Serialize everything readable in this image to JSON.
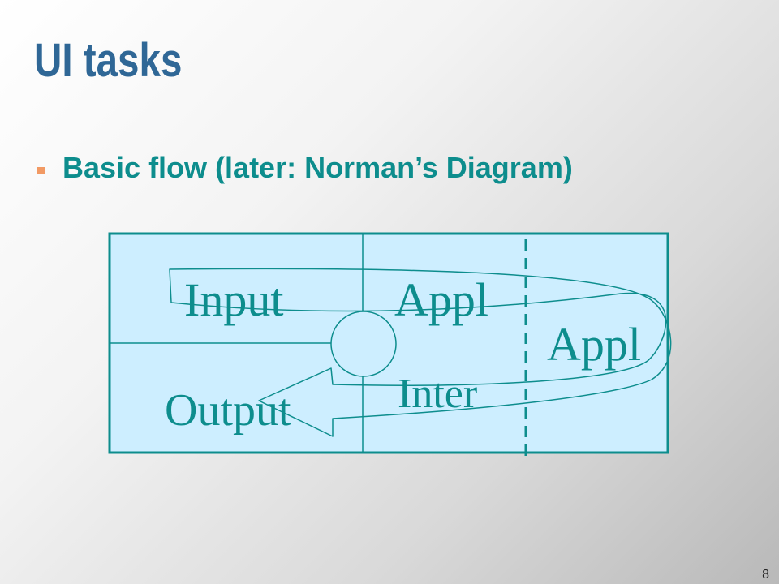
{
  "slide": {
    "title": "UI tasks",
    "bullet": "Basic flow (later: Norman’s Diagram)",
    "page_number": "8"
  },
  "diagram": {
    "labels": {
      "input": "Input",
      "appl_left": "Appl",
      "appl_right": "Appl",
      "inter": "Inter",
      "output": "Output"
    },
    "colors": {
      "box_fill": "#cdeeff",
      "line": "#0d8d8d",
      "text": "#0d8d8d"
    }
  }
}
